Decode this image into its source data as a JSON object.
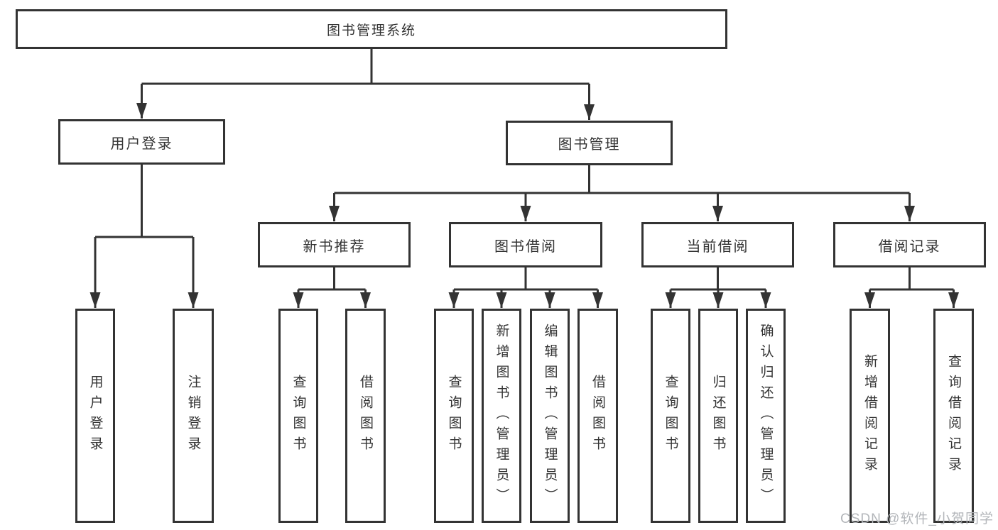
{
  "diagram": {
    "title": "图书管理系统",
    "level2": {
      "user_login": "用户登录",
      "book_mgmt": "图书管理"
    },
    "level3": {
      "new_books": "新书推荐",
      "book_borrow": "图书借阅",
      "current_borrow": "当前借阅",
      "borrow_records": "借阅记录"
    },
    "leaves": {
      "user_login": "用户登录",
      "logout": "注销登录",
      "nb_query": "查询图书",
      "nb_borrow": "借阅图书",
      "bb_query": "查询图书",
      "bb_add": "新增图书（管理员）",
      "bb_edit": "编辑图书（管理员）",
      "bb_borrow": "借阅图书",
      "cb_query": "查询图书",
      "cb_return": "归还图书",
      "cb_confirm": "确认归还（管理员）",
      "br_add": "新增借阅记录",
      "br_query": "查询借阅记录"
    }
  },
  "watermark": "CSDN @软件_小贺同学",
  "colors": {
    "line": "#333333",
    "box_background": "#ffffff",
    "text": "#333333",
    "watermark": "#b3b6ba"
  }
}
